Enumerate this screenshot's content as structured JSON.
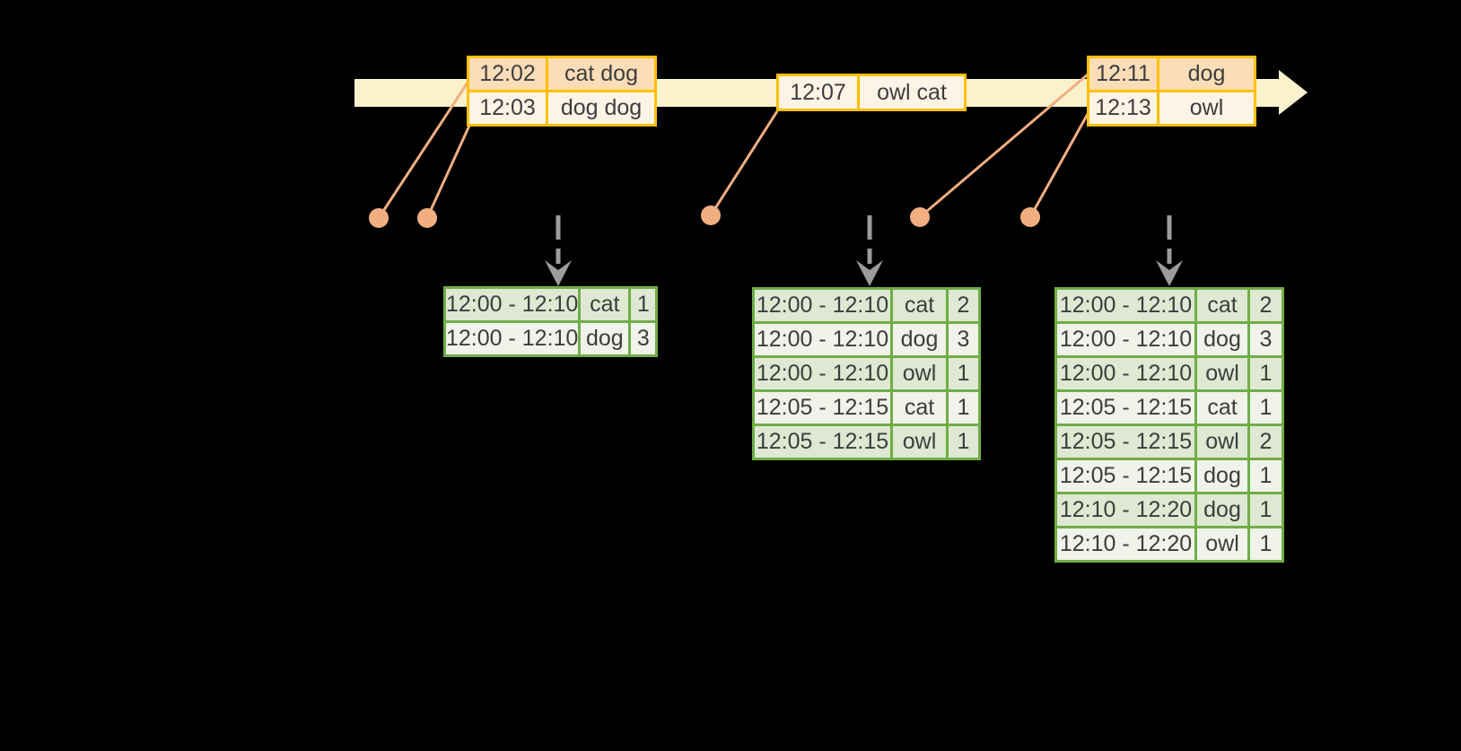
{
  "colors": {
    "background": "#000000",
    "timeline_fill": "#FAF1CD",
    "event_table_border": "#FFC000",
    "event_row_dark": "#FBDDB8",
    "event_row_light": "#FDF4E6",
    "marker": "#F2AE81",
    "trigger_arrow": "#9C9C9C",
    "result_table_border": "#70AD47",
    "result_row_dark": "#DEE8D2",
    "result_row_light": "#EFF3EA",
    "text": "#3D3D3D"
  },
  "event_tables": [
    {
      "rows": [
        {
          "time": "12:02",
          "words": "cat dog"
        },
        {
          "time": "12:03",
          "words": "dog dog"
        }
      ]
    },
    {
      "rows": [
        {
          "time": "12:07",
          "words": "owl cat"
        }
      ]
    },
    {
      "rows": [
        {
          "time": "12:11",
          "words": "dog"
        },
        {
          "time": "12:13",
          "words": "owl"
        }
      ]
    }
  ],
  "result_tables": [
    {
      "rows": [
        {
          "window": "12:00 - 12:10",
          "word": "cat",
          "count": "1"
        },
        {
          "window": "12:00 - 12:10",
          "word": "dog",
          "count": "3"
        }
      ]
    },
    {
      "rows": [
        {
          "window": "12:00 - 12:10",
          "word": "cat",
          "count": "2"
        },
        {
          "window": "12:00 - 12:10",
          "word": "dog",
          "count": "3"
        },
        {
          "window": "12:00 - 12:10",
          "word": "owl",
          "count": "1"
        },
        {
          "window": "12:05 - 12:15",
          "word": "cat",
          "count": "1"
        },
        {
          "window": "12:05 - 12:15",
          "word": "owl",
          "count": "1"
        }
      ]
    },
    {
      "rows": [
        {
          "window": "12:00 - 12:10",
          "word": "cat",
          "count": "2"
        },
        {
          "window": "12:00 - 12:10",
          "word": "dog",
          "count": "3"
        },
        {
          "window": "12:00 - 12:10",
          "word": "owl",
          "count": "1"
        },
        {
          "window": "12:05 - 12:15",
          "word": "cat",
          "count": "1"
        },
        {
          "window": "12:05 - 12:15",
          "word": "owl",
          "count": "2"
        },
        {
          "window": "12:05 - 12:15",
          "word": "dog",
          "count": "1"
        },
        {
          "window": "12:10 - 12:20",
          "word": "dog",
          "count": "1"
        },
        {
          "window": "12:10 - 12:20",
          "word": "owl",
          "count": "1"
        }
      ]
    }
  ]
}
